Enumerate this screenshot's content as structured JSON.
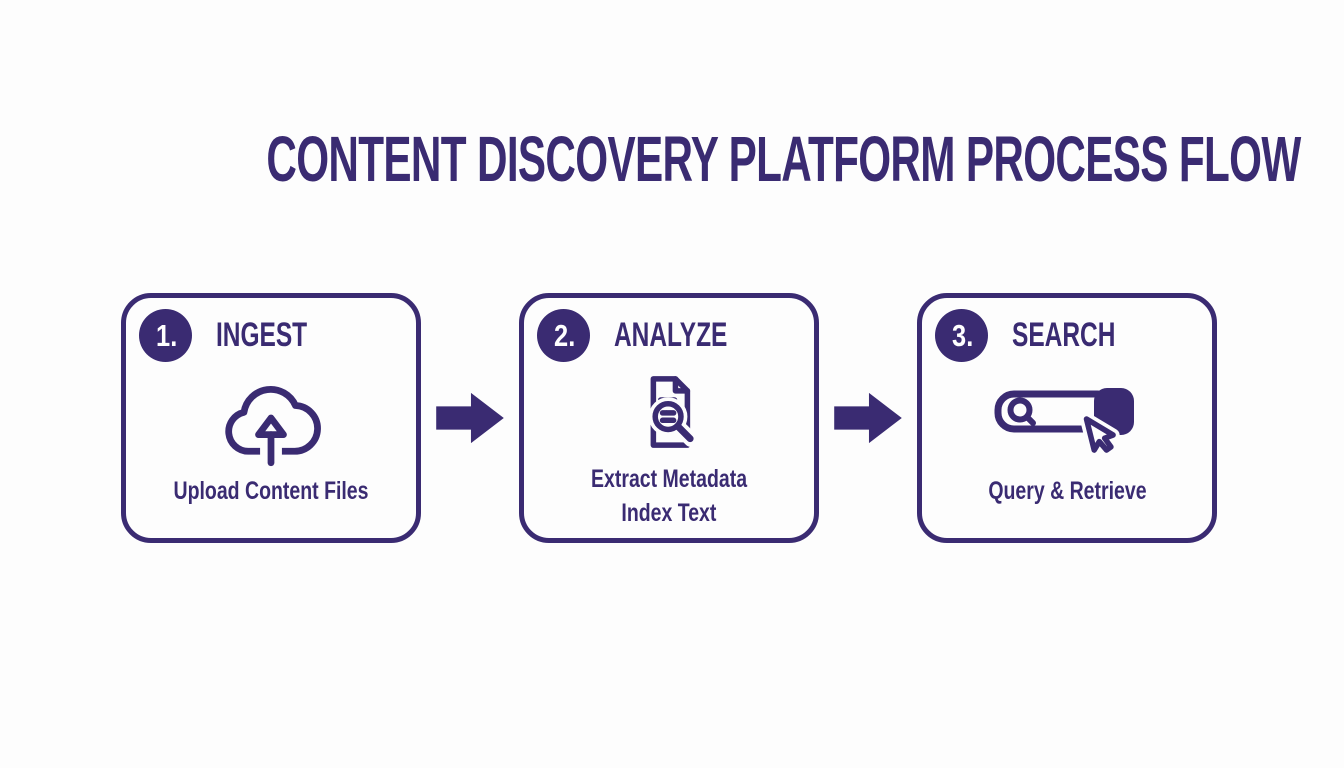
{
  "title": "CONTENT DISCOVERY PLATFORM PROCESS FLOW",
  "colors": {
    "primary": "#3a2b72",
    "background": "#fdfdfd",
    "number_text": "#ffffff"
  },
  "steps": [
    {
      "number": "1.",
      "label": "INGEST",
      "icon": "cloud-upload-icon",
      "caption_lines": [
        "Upload Content Files"
      ]
    },
    {
      "number": "2.",
      "label": "ANALYZE",
      "icon": "document-magnifier-icon",
      "caption_lines": [
        "Extract Metadata",
        "Index Text"
      ]
    },
    {
      "number": "3.",
      "label": "SEARCH",
      "icon": "search-bar-cursor-icon",
      "caption_lines": [
        "Query & Retrieve"
      ]
    }
  ],
  "connectors": [
    {
      "icon": "arrow-right-icon"
    },
    {
      "icon": "arrow-right-icon"
    }
  ]
}
